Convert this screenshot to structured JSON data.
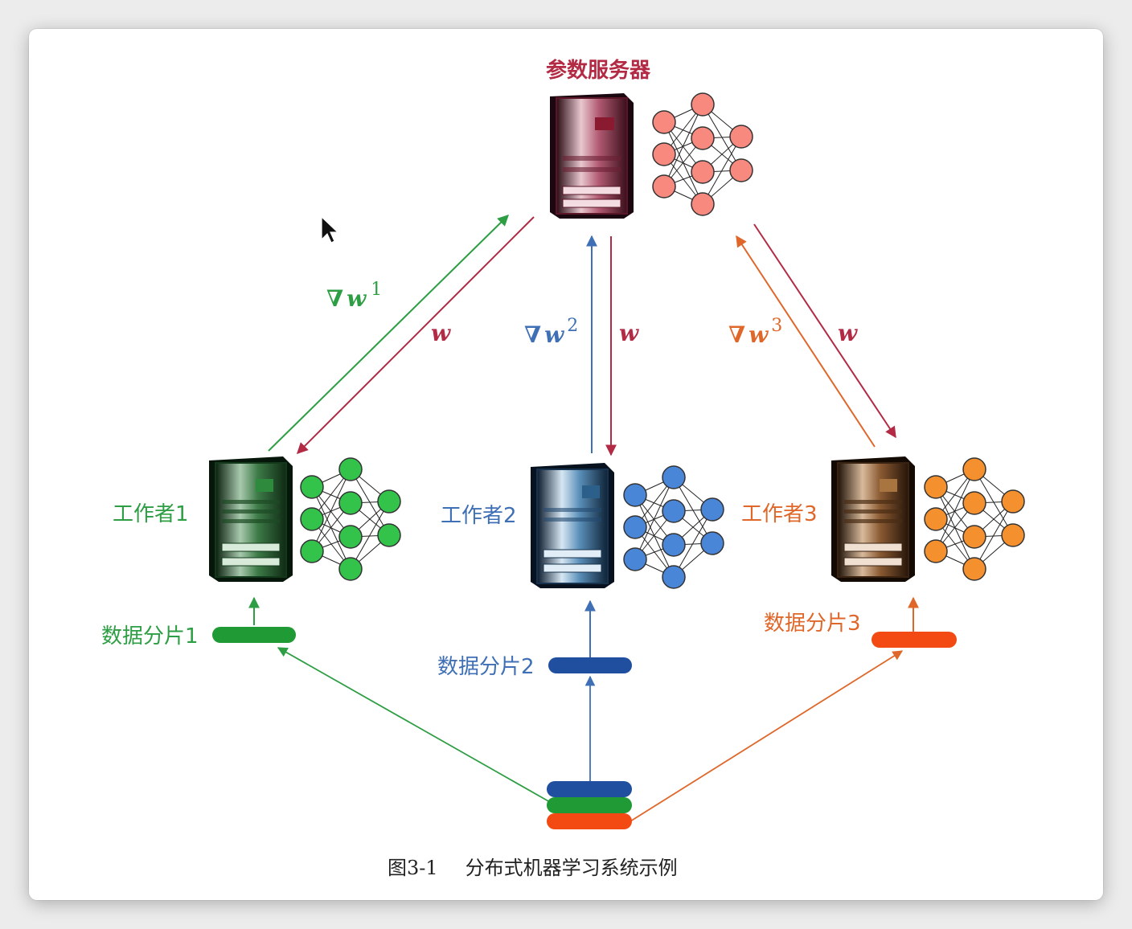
{
  "server": {
    "label": "参数服务器",
    "color": "#b32a45"
  },
  "workers": [
    {
      "label": "工作者1",
      "color": "#2e9e44",
      "node": "#33c24a",
      "shard_label": "数据分片1",
      "shard_color": "#1f9a34",
      "grad_sup": "1"
    },
    {
      "label": "工作者2",
      "color": "#3f6fb5",
      "node": "#4a86d8",
      "shard_label": "数据分片2",
      "shard_color": "#1f4f9e",
      "grad_sup": "2"
    },
    {
      "label": "工作者3",
      "color": "#e0672a",
      "node": "#f5902e",
      "shard_label": "数据分片3",
      "shard_color": "#f24a12",
      "grad_sup": "3"
    }
  ],
  "arrows": {
    "grad_symbol": "∇",
    "grad_var": "w",
    "weight_label": "w",
    "weight_color": "#b32a45"
  },
  "caption": {
    "figure": "图3-1",
    "title": "分布式机器学习系统示例"
  },
  "cursor_icon": "arrow-pointer"
}
